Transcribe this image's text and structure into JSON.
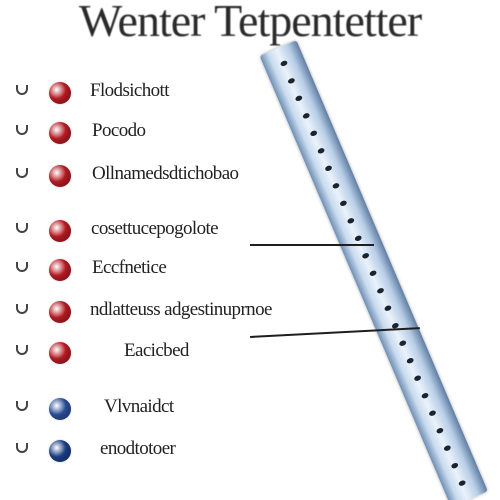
{
  "title": "Wenter Tetpentetter",
  "items": [
    {
      "label": "Flodsichott",
      "dot_color": "#b81c24"
    },
    {
      "label": "Pocodo",
      "dot_color": "#b81c24"
    },
    {
      "label": "Ollnamedsdtichobao",
      "dot_color": "#b81c24"
    },
    {
      "label": "cosettucepogolote",
      "dot_color": "#b81c24"
    },
    {
      "label": "Eccfnetice",
      "dot_color": "#b81c24"
    },
    {
      "label": "ndlatteuss adgestinuprnoe",
      "dot_color": "#b81c24"
    },
    {
      "label": "Eacicbed",
      "dot_color": "#b81c24"
    },
    {
      "label": "Vlvnaidct",
      "dot_color": "#2b4f9a"
    },
    {
      "label": "enodtotoer",
      "dot_color": "#1c3f86"
    }
  ],
  "accent_colors": {
    "red_dot": "#b81c24",
    "blue_dot": "#2b4f9a",
    "ruler": "#a9c2de"
  }
}
